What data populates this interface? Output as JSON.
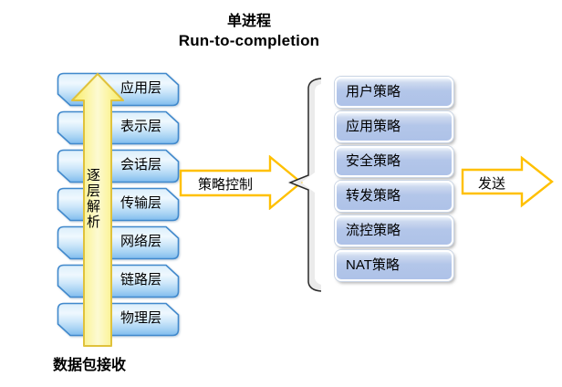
{
  "title": {
    "line1": "单进程",
    "line2": "Run-to-completion"
  },
  "left_stack": {
    "layers": [
      "应用层",
      "表示层",
      "会话层",
      "传输层",
      "网络层",
      "链路层",
      "物理层"
    ]
  },
  "right_stack": {
    "policies": [
      "用户策略",
      "应用策略",
      "安全策略",
      "转发策略",
      "流控策略",
      "NAT策略"
    ]
  },
  "flow": {
    "parse_label": "逐层解析",
    "receive_caption": "数据包接收",
    "policy_label": "策略控制",
    "send_label": "发送"
  },
  "colors": {
    "layer_box_border": "#4189cc",
    "layer_box_fill_light": "#eff8fe",
    "layer_box_fill_deep": "#7fbbee",
    "policy_box_fill": "#b3c6e9",
    "up_arrow_fill": "#faf184",
    "up_arrow_border": "#e0c23c",
    "block_arrow_border": "#ffc000",
    "brace_fill": "#ebebeb",
    "text": "#000000",
    "background": "#ffffff"
  }
}
